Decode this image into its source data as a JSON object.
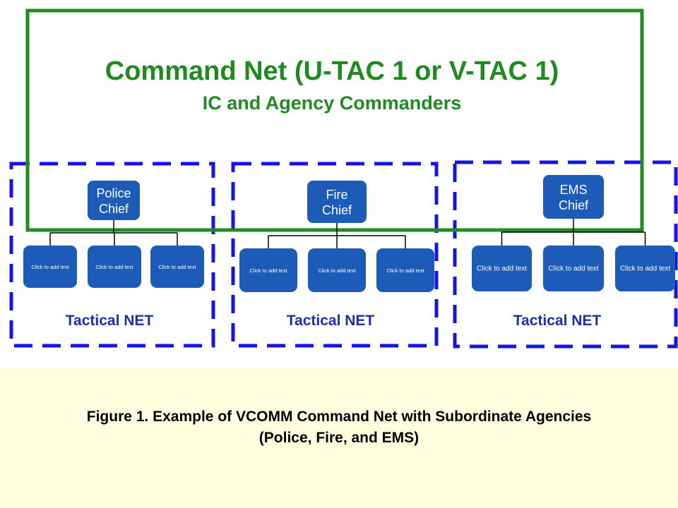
{
  "colors": {
    "command_border": "#228b22",
    "command_text": "#1f8a1f",
    "tactical_border": "#1414e6",
    "tactical_text": "#1f2fa8",
    "box_fill": "#1d5bb8",
    "box_text": "#ffffff",
    "caption_bg": "#ffffe0"
  },
  "command": {
    "title": "Command Net (U-TAC 1 or V-TAC 1)",
    "subtitle": "IC and Agency Commanders"
  },
  "agencies": [
    {
      "chief": [
        "Police",
        "Chief"
      ],
      "children": [
        "Click to add text",
        "Click to add text",
        "Click to add text"
      ],
      "net_label": "Tactical NET"
    },
    {
      "chief": [
        "Fire",
        "Chief"
      ],
      "children": [
        "Click to add text",
        "Click to add text",
        "Click to add text"
      ],
      "net_label": "Tactical NET"
    },
    {
      "chief": [
        "EMS",
        "Chief"
      ],
      "children": [
        "Click to add text",
        "Click to add text",
        "Click to add text"
      ],
      "net_label": "Tactical NET"
    }
  ],
  "caption": {
    "line1": "Figure 1.  Example of VCOMM Command Net with Subordinate Agencies",
    "line2": "(Police, Fire, and EMS)"
  }
}
